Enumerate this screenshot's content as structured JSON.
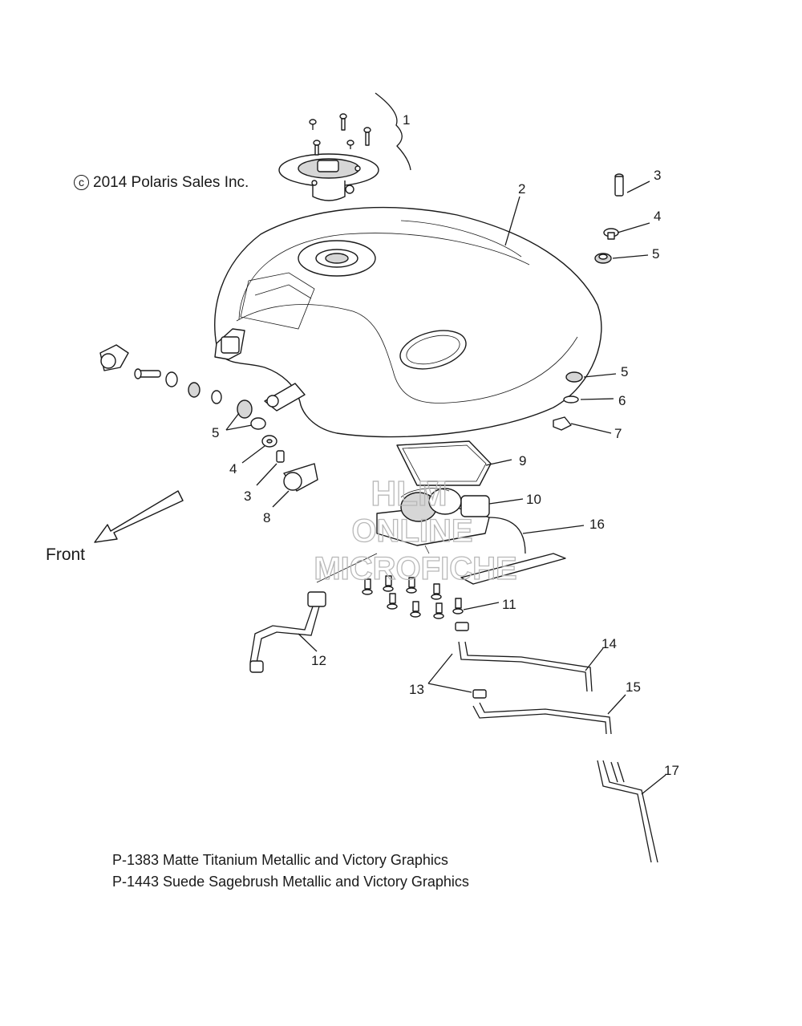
{
  "copyright": "2014 Polaris Sales Inc.",
  "direction_label": "Front",
  "callouts": {
    "c1": "1",
    "c2": "2",
    "c3a": "3",
    "c4a": "4",
    "c5a": "5",
    "c5b": "5",
    "c6": "6",
    "c7": "7",
    "c5c": "5",
    "c4b": "4",
    "c3b": "3",
    "c8": "8",
    "c9": "9",
    "c10": "10",
    "c16": "16",
    "c11": "11",
    "c12": "12",
    "c13": "13",
    "c14": "14",
    "c15": "15",
    "c17": "17"
  },
  "watermark": {
    "line1": "HLM",
    "line2": "ONLINE",
    "line3": "MICROFICHE"
  },
  "notes": [
    "P-1383  Matte Titanium Metallic and Victory Graphics",
    "P-1443  Suede Sagebrush Metallic and Victory Graphics"
  ]
}
